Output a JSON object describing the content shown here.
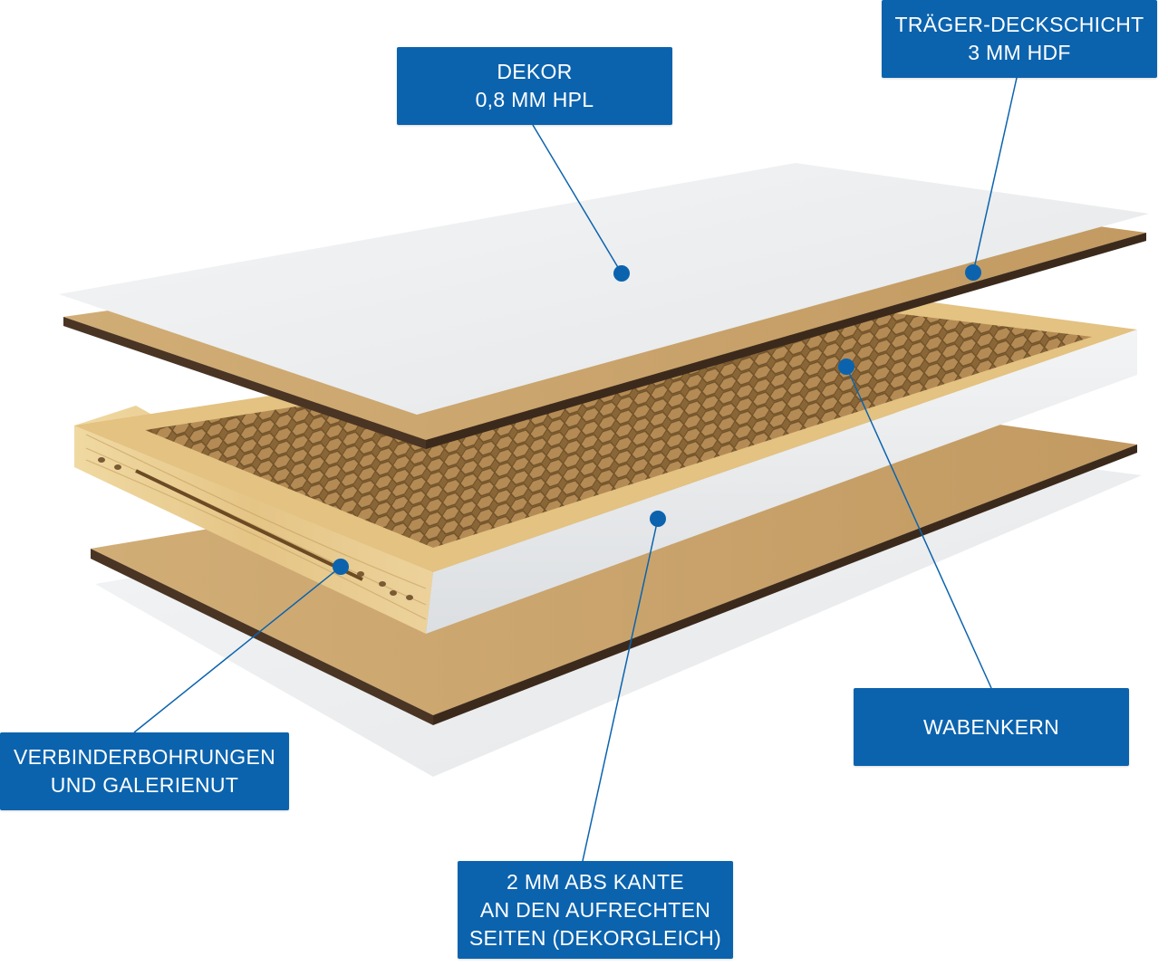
{
  "colors": {
    "callout_bg": "#0b63ae",
    "callout_text": "#ffffff",
    "leader_line": "#0b63ae",
    "decor_sheet": "#eceef0",
    "hdf_board": "#c9a56e",
    "hdf_edge": "#3b2a1c",
    "timber_frame": "#e9cf94",
    "abs_edge": "#eceef0",
    "honeycomb": "#9a7644"
  },
  "callouts": {
    "dekor": {
      "line1": "DEKOR",
      "line2": "0,8 MM HPL"
    },
    "traeger": {
      "line1": "TRÄGER-DECKSCHICHT",
      "line2": "3 MM HDF"
    },
    "wabenkern": {
      "line1": "WABENKERN"
    },
    "verbinder": {
      "line1": "VERBINDERBOHRUNGEN",
      "line2": "UND GALERIENUT"
    },
    "abs": {
      "line1": "2 MM ABS KANTE",
      "line2": "AN DEN AUFRECHTEN",
      "line3": "SEITEN (DEKORGLEICH)"
    }
  }
}
